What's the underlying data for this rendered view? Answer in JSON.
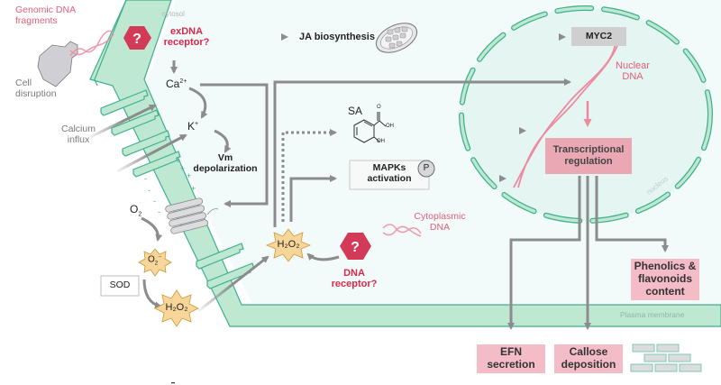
{
  "labels": {
    "cytosol": "cytosol",
    "genomic_dna": [
      "Genomic DNA",
      "fragments"
    ],
    "cell_disruption": [
      "Cell",
      "disruption"
    ],
    "calcium_influx": [
      "Calcium",
      "influx"
    ],
    "exdna_receptor": [
      "exDNA",
      "receptor?"
    ],
    "question_mark": "?",
    "ja_biosynthesis": "JA biosynthesis",
    "myc2": "MYC2",
    "nuclear_dna": [
      "Nuclear",
      "DNA"
    ],
    "ca": "Ca",
    "ca_sup": "2+",
    "k": "K",
    "k_sup": "+",
    "vm_depolarization": [
      "Vm",
      "depolarization"
    ],
    "sa": "SA",
    "oh1": "OH",
    "oh2": "OH",
    "o_atom": "O",
    "mapks": [
      "MAPKs",
      "activation"
    ],
    "p_badge": "P",
    "transcriptional": [
      "Transcriptional",
      "regulation"
    ],
    "nucleus": "nucleus",
    "o2": "O",
    "o2_sub": "2",
    "superoxide": "O",
    "superoxide_sub": "2",
    "superoxide_sup": "·-",
    "sod": "SOD",
    "h2o2": "H₂O₂",
    "cytoplasmic_dna": [
      "Cytoplasmic",
      "DNA"
    ],
    "dna_receptor": [
      "DNA",
      "receptor?"
    ],
    "phenolics": [
      "Phenolics &",
      "flavonoids",
      "content"
    ],
    "plasma_membrane": "Plasma membrane",
    "efn": [
      "EFN",
      "secretion"
    ],
    "callose": [
      "Callose",
      "deposition"
    ]
  },
  "colors": {
    "membrane_fill": "#bfe8d3",
    "membrane_stroke": "#3fb08c",
    "cytosol_fill": "#f2fbf9",
    "nucleus_fill": "#e4f5f2",
    "arrow": "#8c8c8c",
    "receptor": "#d33a57",
    "ros_fill": "#f8d69a",
    "ros_stroke": "#c79a3a",
    "pink_box": "#f4bcc7",
    "dna": "#ee8aa0"
  }
}
